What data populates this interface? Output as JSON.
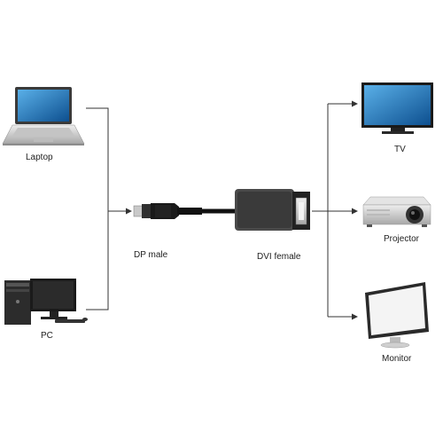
{
  "devices": {
    "laptop": {
      "label": "Laptop"
    },
    "pc": {
      "label": "PC"
    },
    "tv": {
      "label": "TV"
    },
    "projector": {
      "label": "Projector"
    },
    "monitor": {
      "label": "Monitor"
    }
  },
  "connectors": {
    "dp": {
      "label": "DP male"
    },
    "dvi": {
      "label": "DVI female"
    }
  },
  "colors": {
    "line": "#333333",
    "screen": "#1d6fb8",
    "body_dark": "#2a2a2a",
    "body_light": "#d9d9d9"
  }
}
